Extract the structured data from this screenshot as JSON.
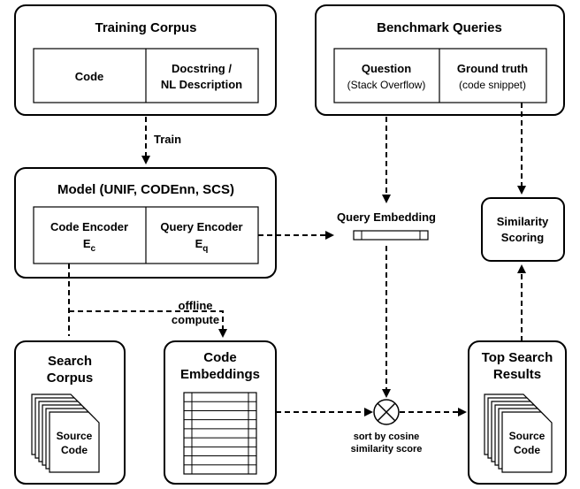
{
  "training_corpus": {
    "title": "Training Corpus",
    "col_code": "Code",
    "col_doc_line1": "Docstring /",
    "col_doc_line2": "NL Description"
  },
  "benchmark_queries": {
    "title": "Benchmark Queries",
    "question": "Question",
    "question_sub": "(Stack Overflow)",
    "ground_truth": "Ground truth",
    "ground_truth_sub": "(code snippet)"
  },
  "train_label": "Train",
  "model": {
    "title": "Model (UNIF, CODEnn, SCS)",
    "code_encoder": "Code Encoder",
    "code_encoder_symbol": "E",
    "code_encoder_sub": "c",
    "query_encoder": "Query Encoder",
    "query_encoder_symbol": "E",
    "query_encoder_sub": "q"
  },
  "query_embedding_label": "Query Embedding",
  "similarity_scoring": {
    "line1": "Similarity",
    "line2": "Scoring"
  },
  "offline_compute": {
    "line1": "offline",
    "line2": "compute"
  },
  "search_corpus": {
    "line1": "Search",
    "line2": "Corpus",
    "doc_line1": "Source",
    "doc_line2": "Code"
  },
  "code_embeddings": {
    "line1": "Code",
    "line2": "Embeddings"
  },
  "sort_label": {
    "line1": "sort by cosine",
    "line2": "similarity score"
  },
  "top_results": {
    "line1": "Top Search",
    "line2": "Results",
    "doc_line1": "Source",
    "doc_line2": "Code"
  }
}
